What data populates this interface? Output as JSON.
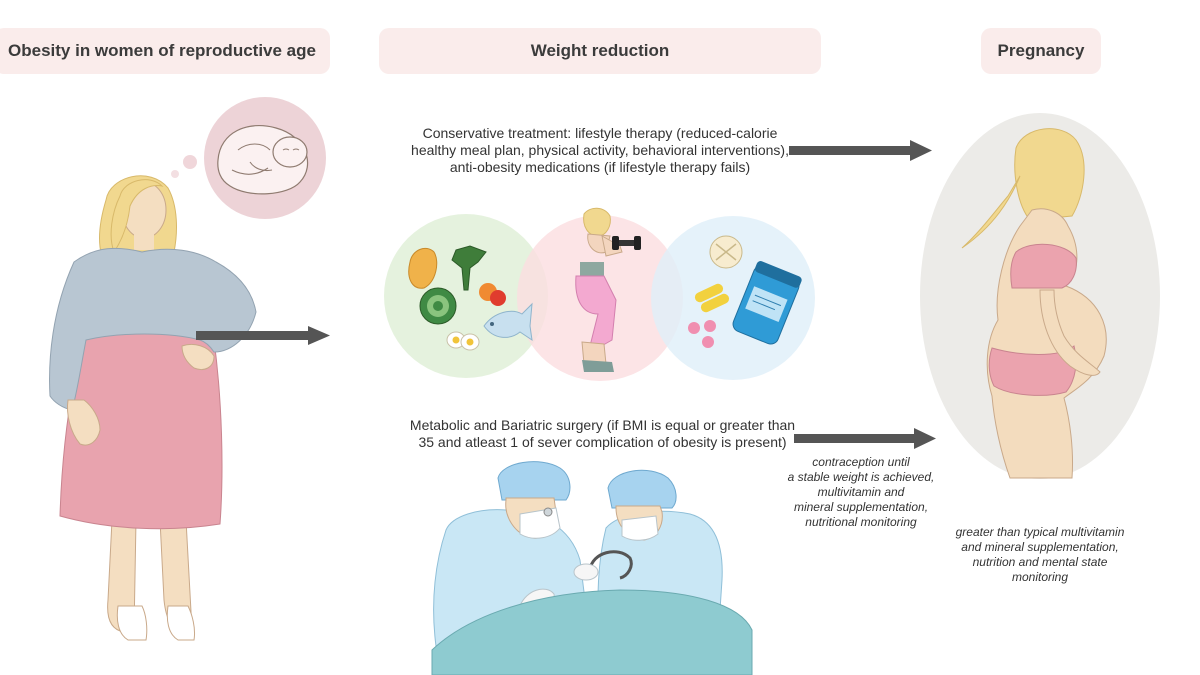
{
  "headers": {
    "obesity": "Obesity in women of reproductive age",
    "weight_reduction": "Weight reduction",
    "pregnancy": "Pregnancy"
  },
  "conservative": {
    "line1": "Conservative treatment: lifestyle therapy (reduced-calorie",
    "line2": "healthy meal plan, physical activity, behavioral interventions),",
    "line3": "anti-obesity medications (if lifestyle therapy fails)"
  },
  "surgery": {
    "line1": "Metabolic and Bariatric  surgery (if BMI is equal or greater than",
    "line2": "35 and atleast 1 of sever complication of obesity is present)"
  },
  "post_surgery_note": {
    "line1": "contraception until",
    "line2": "a stable weight is achieved,",
    "line3": "multivitamin and",
    "line4": "mineral supplementation,",
    "line5": "nutritional monitoring"
  },
  "pregnancy_note": {
    "line1": "greater than typical multivitamin",
    "line2": "and mineral supplementation,",
    "line3": "nutrition and mental state",
    "line4": "monitoring"
  },
  "colors": {
    "header_bg": "#faeceb",
    "arrow": "#555555",
    "food_circle": "#e4f1dc",
    "exercise_circle": "#fbdde0",
    "medication_circle": "#dfeff9",
    "pregnancy_oval": "#ecebe8",
    "skirt": "#e8a3ae",
    "sweater": "#b8c6d2",
    "scrubs": "#c9e7f5",
    "drape": "#8ecbd0"
  }
}
